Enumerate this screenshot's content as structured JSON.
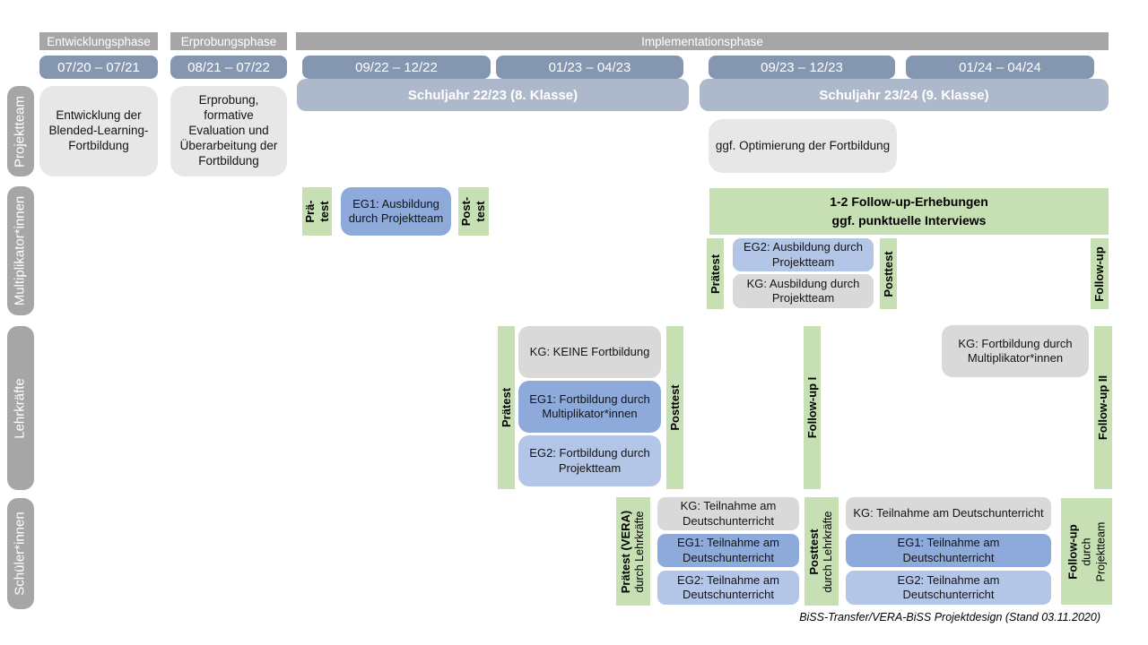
{
  "caption": "BiSS-Transfer/VERA-BiSS Projektdesign (Stand 03.11.2020)",
  "colors": {
    "phase_bar_gray": "#a6a6a6",
    "date_bar_blue": "#8496b0",
    "year_band_blue": "#adb9ca",
    "row_label_gray": "#a6a6a6",
    "box_light_gray": "#e8e7e7",
    "box_kg_gray": "#d9d9d9",
    "box_eg1_blue": "#8eaadb",
    "box_eg2_blue": "#b4c6e7",
    "label_green": "#c6e0b4"
  },
  "phases": {
    "entwicklung": {
      "label": "Entwicklungsphase",
      "date": "07/20 – 07/21"
    },
    "erprobung": {
      "label": "Erprobungsphase",
      "date": "08/21 – 07/22"
    },
    "implementation": {
      "label": "Implementationsphase"
    }
  },
  "years": {
    "y2223": {
      "label": "Schuljahr 22/23 (8. Klasse)",
      "date1": "09/22 – 12/22",
      "date2": "01/23 – 04/23"
    },
    "y2324": {
      "label": "Schuljahr 23/24 (9. Klasse)",
      "date1": "09/23 – 12/23",
      "date2": "01/24 – 04/24"
    }
  },
  "row_labels": {
    "projektteam": "Projektteam",
    "multiplikatoren": "Multiplikator*innen",
    "lehrkraefte": "Lehrkräfte",
    "schueler": "Schüler*innen"
  },
  "projektteam": {
    "entwicklung_box": "Entwicklung der Blended-Learning-Fortbildung",
    "erprobung_box": "Erprobung, formative Evaluation und Überarbeitung der Fortbildung",
    "optimierung_box": "ggf. Optimierung der Fortbildung"
  },
  "multiplikatoren": {
    "praetest1_line1": "Prä-",
    "praetest1_line2": "test",
    "eg1_box": "EG1: Ausbildung durch Projektteam",
    "posttest1_line1": "Post-",
    "posttest1_line2": "test",
    "followup_box_line1": "1-2 Follow-up-Erhebungen",
    "followup_box_line2": "ggf. punktuelle Interviews",
    "praetest2": "Prätest",
    "eg2_box": "EG2: Ausbildung durch Projektteam",
    "kg_box": "KG: Ausbildung durch Projektteam",
    "posttest2": "Posttest",
    "followup_label": "Follow-up"
  },
  "lehrkraefte": {
    "praetest": "Prätest",
    "kg_box": "KG: KEINE Fortbildung",
    "eg1_box": "EG1: Fortbildung durch Multiplikator*innen",
    "eg2_box": "EG2: Fortbildung durch Projektteam",
    "posttest": "Posttest",
    "followup1": "Follow-up I",
    "kg2_box": "KG: Fortbildung durch Multiplikator*innen",
    "followup2": "Follow-up II"
  },
  "schueler": {
    "praetest_bold": "Prätest (VERA)",
    "praetest_sub": "durch Lehrkräfte",
    "kg_box1": "KG: Teilnahme am Deutschunterricht",
    "eg1_box1": "EG1: Teilnahme am Deutschunterricht",
    "eg2_box1": "EG2: Teilnahme am Deutschunterricht",
    "posttest_bold": "Posttest",
    "posttest_sub": "durch Lehrkräfte",
    "kg_box2": "KG: Teilnahme am Deutschunterricht",
    "eg1_box2": "EG1: Teilnahme am Deutschunterricht",
    "eg2_box2": "EG2: Teilnahme am Deutschunterricht",
    "followup_bold": "Follow-up",
    "followup_sub1": "durch",
    "followup_sub2": "Projektteam"
  }
}
